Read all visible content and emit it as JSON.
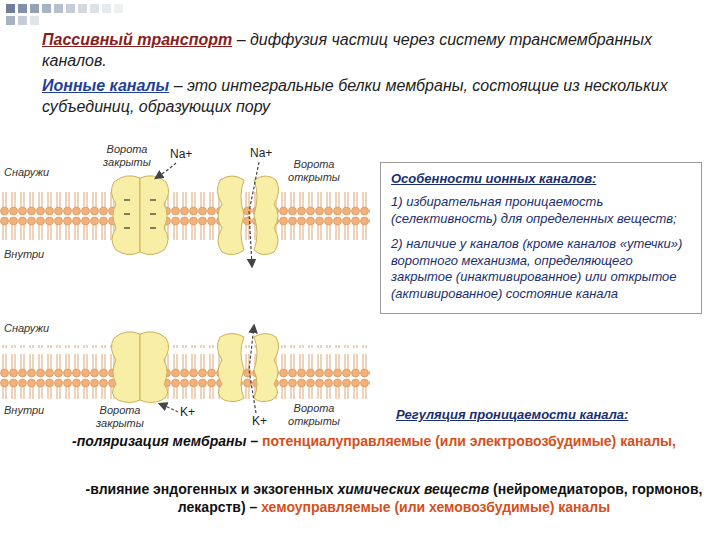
{
  "diagram": {
    "nodes": [
      {
        "text": [
          "Особенности ионных каналов:",
          "1) избирательная проницаемость (селективность) для определенных веществ;",
          "2) наличие у каналов (кроме каналов «утечки») воротного механизма, определяющего закрытое (инактивированное) или открытое (активированное) состояние канала"
        ]
      }
    ],
    "labels": [
      "Пассивный транспорт",
      "– диффузия частиц через систему трансмембранных каналов.",
      "Ионные каналы",
      "– это интегральные белки мембраны, состоящие из нескольких субъединиц, образующих пору",
      "Снаружи",
      "Ворота закрыты",
      "Na+",
      "Na+",
      "Ворота открыты",
      "Внутри",
      "Снаружи",
      "Внутри",
      "Ворота закрыты",
      "K+",
      "K+",
      "Ворота открыты",
      "Регуляция проницаемости канала:",
      "-поляризация мембраны –",
      "потенциалуправляемые (или электровозбудимые) каналы,",
      "-влияние эндогенных и экзогенных",
      "химических веществ",
      "(нейромедиаторов, гормонов, лекарств) –",
      "хемоуправляемые (или хемовозбудимые) каналы"
    ]
  }
}
